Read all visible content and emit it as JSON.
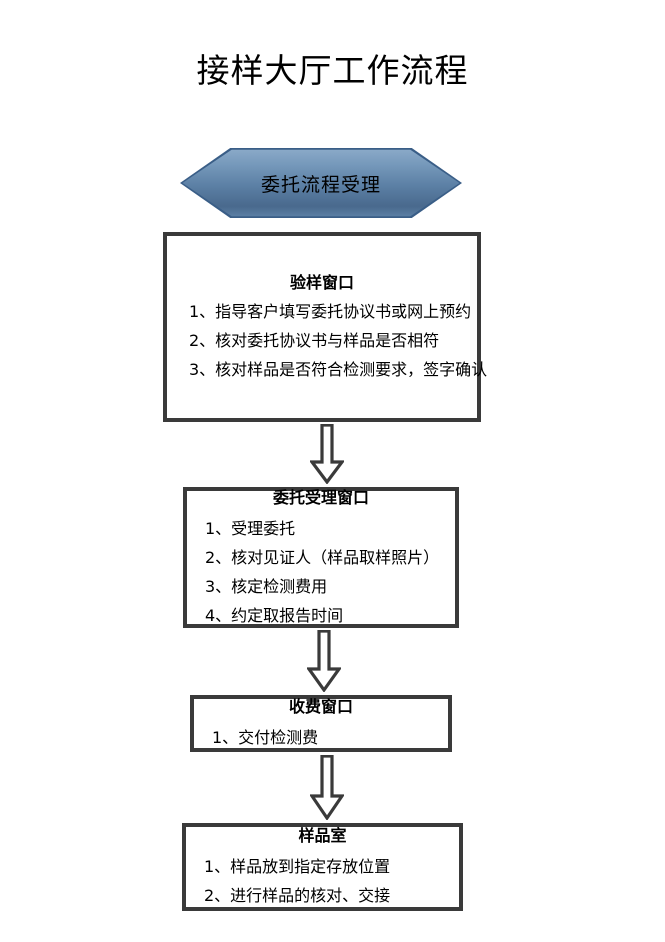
{
  "title": "接样大厅工作流程",
  "start_node": {
    "shape": "hexagon",
    "label": "委托流程受理",
    "fill_top": "#8aa9c8",
    "fill_bottom": "#49698d",
    "border_color": "#3a5e87"
  },
  "steps": [
    {
      "id": "yanyang",
      "title": "验样窗口",
      "items": [
        "1、指导客户填写委托协议书或网上预约",
        "2、核对委托协议书与样品是否相符",
        "3、核对样品是否符合检测要求，签字确认"
      ]
    },
    {
      "id": "weituo",
      "title": "委托受理窗口",
      "items": [
        "1、受理委托",
        "2、核对见证人（样品取样照片）",
        "3、核定检测费用",
        "4、约定取报告时间"
      ]
    },
    {
      "id": "shoufei",
      "title": "收费窗口",
      "items": [
        "1、交付检测费"
      ]
    },
    {
      "id": "yangpin",
      "title": "样品室",
      "items": [
        "1、样品放到指定存放位置",
        "2、进行样品的核对、交接"
      ]
    }
  ],
  "connectors": [
    {
      "id": "arrow-1",
      "icon": "down-block-arrow-icon",
      "from": "yanyang",
      "to": "weituo"
    },
    {
      "id": "arrow-2",
      "icon": "down-block-arrow-icon",
      "from": "weituo",
      "to": "shoufei"
    },
    {
      "id": "arrow-3",
      "icon": "down-block-arrow-icon",
      "from": "shoufei",
      "to": "yangpin"
    }
  ],
  "colors": {
    "box_border": "#3a3a3a",
    "box_fill": "#ffffff",
    "arrow_outline": "#3a3a3a",
    "arrow_fill": "#ffffff",
    "text": "#000000",
    "page_background": "#ffffff"
  }
}
